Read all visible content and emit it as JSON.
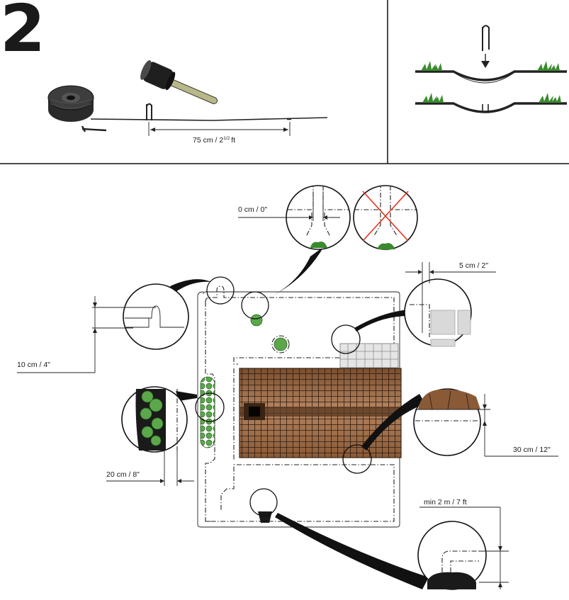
{
  "step": {
    "number": "2"
  },
  "top_panel": {
    "spacing_label": "75 cm / 2",
    "spacing_sup": "1/2",
    "spacing_unit": "ft"
  },
  "layout_panel": {
    "corner_distance": "0 cm / 0\"",
    "paving_offset": "5 cm / 2\"",
    "obstacle_offset": "10 cm / 4\"",
    "hedge_offset": "20 cm / 8\"",
    "house_offset": "30 cm / 12\"",
    "drop_distance": "min 2 m / 7 ft"
  },
  "colors": {
    "ink": "#1a1a1a",
    "grass": "#3a8a2e",
    "shrub": "#5aa84a",
    "roof_light": "#c79a72",
    "roof_dark": "#7a4e2e",
    "wrong_mark": "#e0321e",
    "paving": "#d9d9d9"
  }
}
